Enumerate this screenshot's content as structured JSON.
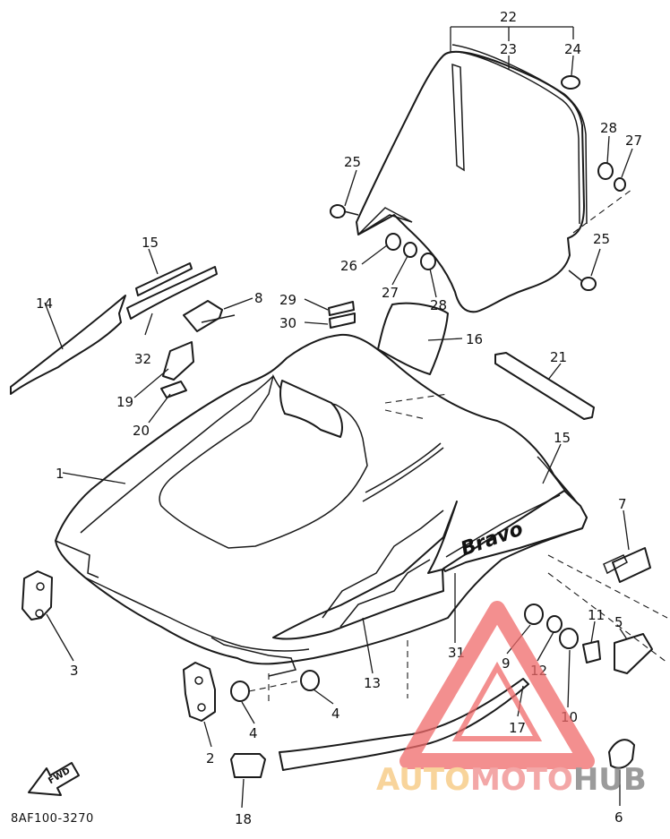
{
  "diagram": {
    "code": "8AF100-3270",
    "fwd_label": "FWD",
    "decal_text": "Bravo",
    "callouts": {
      "c1": "1",
      "c2": "2",
      "c3": "3",
      "c4a": "4",
      "c4b": "4",
      "c5": "5",
      "c6": "6",
      "c7": "7",
      "c8": "8",
      "c9": "9",
      "c10": "10",
      "c11": "11",
      "c12": "12",
      "c13": "13",
      "c14": "14",
      "c15a": "15",
      "c15b": "15",
      "c16": "16",
      "c17": "17",
      "c18": "18",
      "c19": "19",
      "c20": "20",
      "c21": "21",
      "c22": "22",
      "c23": "23",
      "c24": "24",
      "c25a": "25",
      "c25b": "25",
      "c26": "26",
      "c27a": "27",
      "c27b": "27",
      "c28a": "28",
      "c28b": "28",
      "c29": "29",
      "c30": "30",
      "c31": "31",
      "c32": "32"
    }
  },
  "watermark": {
    "part1": "AUTO",
    "part2": "MOTO",
    "part3": "HUB",
    "colors": {
      "auto": "#f6c67a",
      "moto": "#f08a8a",
      "hub": "#7a7a7a",
      "triangle": "#f06a6a"
    }
  }
}
